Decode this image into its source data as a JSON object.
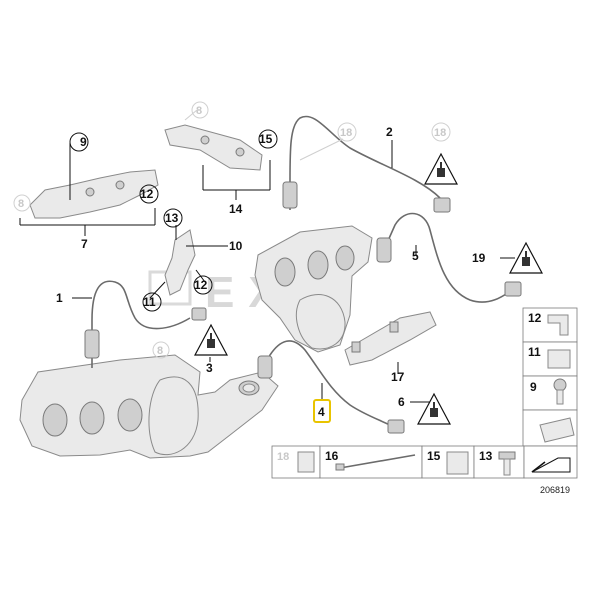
{
  "diagram_id": "206819",
  "watermark": "EXIA",
  "callouts": {
    "c1": "1",
    "c2": "2",
    "c3": "3",
    "c4": "4",
    "c5": "5",
    "c6": "6",
    "c7": "7",
    "c8a": "8",
    "c8b": "8",
    "c8c": "8",
    "c9": "9",
    "c10": "10",
    "c11": "11",
    "c12a": "12",
    "c12b": "12",
    "c13": "13",
    "c14": "14",
    "c15": "15",
    "c17": "17",
    "c18a": "18",
    "c18b": "18",
    "c19": "19"
  },
  "highlighted_callout": "4",
  "legend_right": [
    "12",
    "11",
    "9"
  ],
  "legend_bottom": [
    "18",
    "16",
    "15",
    "13"
  ],
  "colors": {
    "highlight": "#e9c400",
    "ghost": "#c8c8c8",
    "line": "#111111"
  }
}
